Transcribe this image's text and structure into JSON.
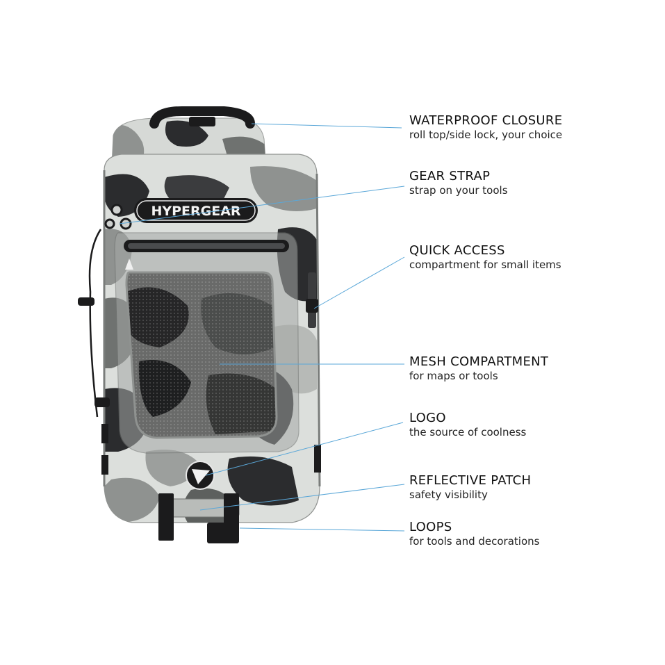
{
  "brand": "HYPERGEAR",
  "colors": {
    "leader_line": "#5aa7d8",
    "camo_light": "#d9dcd9",
    "camo_mid": "#8f9290",
    "camo_dark": "#2b2c2e",
    "trim": "#1b1b1c"
  },
  "callouts": [
    {
      "title": "WATERPROOF CLOSURE",
      "desc": "roll top/side lock, your choice"
    },
    {
      "title": "GEAR STRAP",
      "desc": "strap on your tools"
    },
    {
      "title": "QUICK ACCESS",
      "desc": "compartment for small items"
    },
    {
      "title": "MESH COMPARTMENT",
      "desc": "for maps or tools"
    },
    {
      "title": "LOGO",
      "desc": "the source of coolness"
    },
    {
      "title": "REFLECTIVE PATCH",
      "desc": "safety visibility"
    },
    {
      "title": "LOOPS",
      "desc": "for tools and decorations"
    }
  ]
}
